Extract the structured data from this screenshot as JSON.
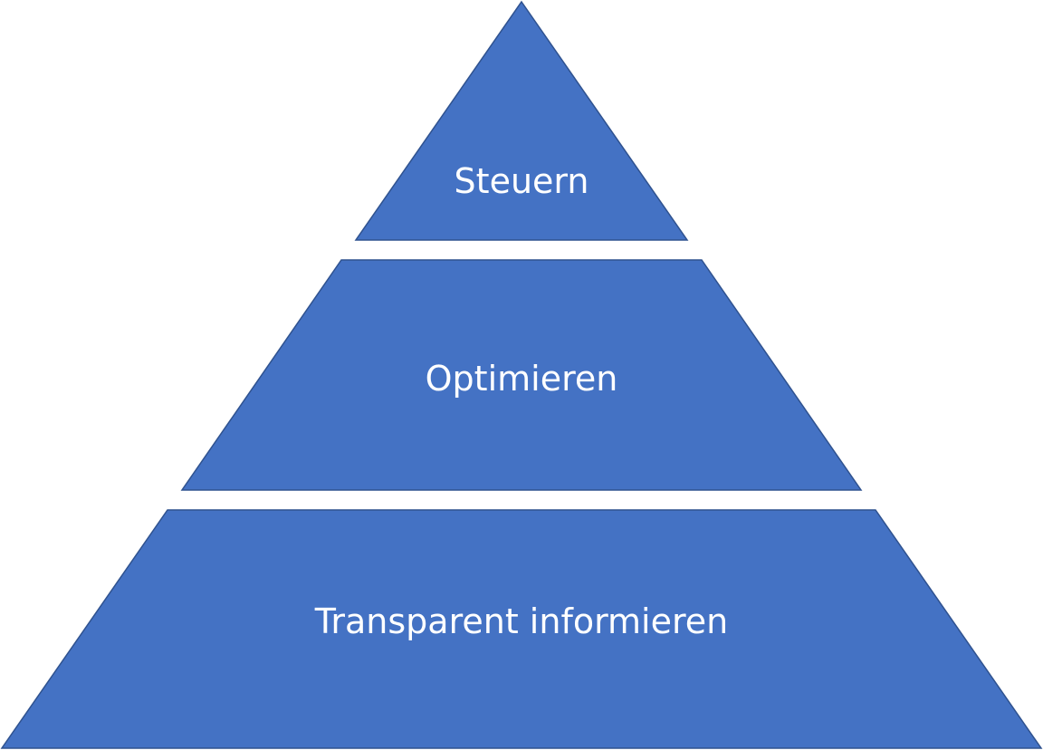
{
  "pyramid": {
    "levels": [
      {
        "label": "Steuern"
      },
      {
        "label": "Optimieren"
      },
      {
        "label": "Transparent informieren"
      }
    ],
    "fill_color": "#4472C4",
    "stroke_color": "#2F528F"
  }
}
